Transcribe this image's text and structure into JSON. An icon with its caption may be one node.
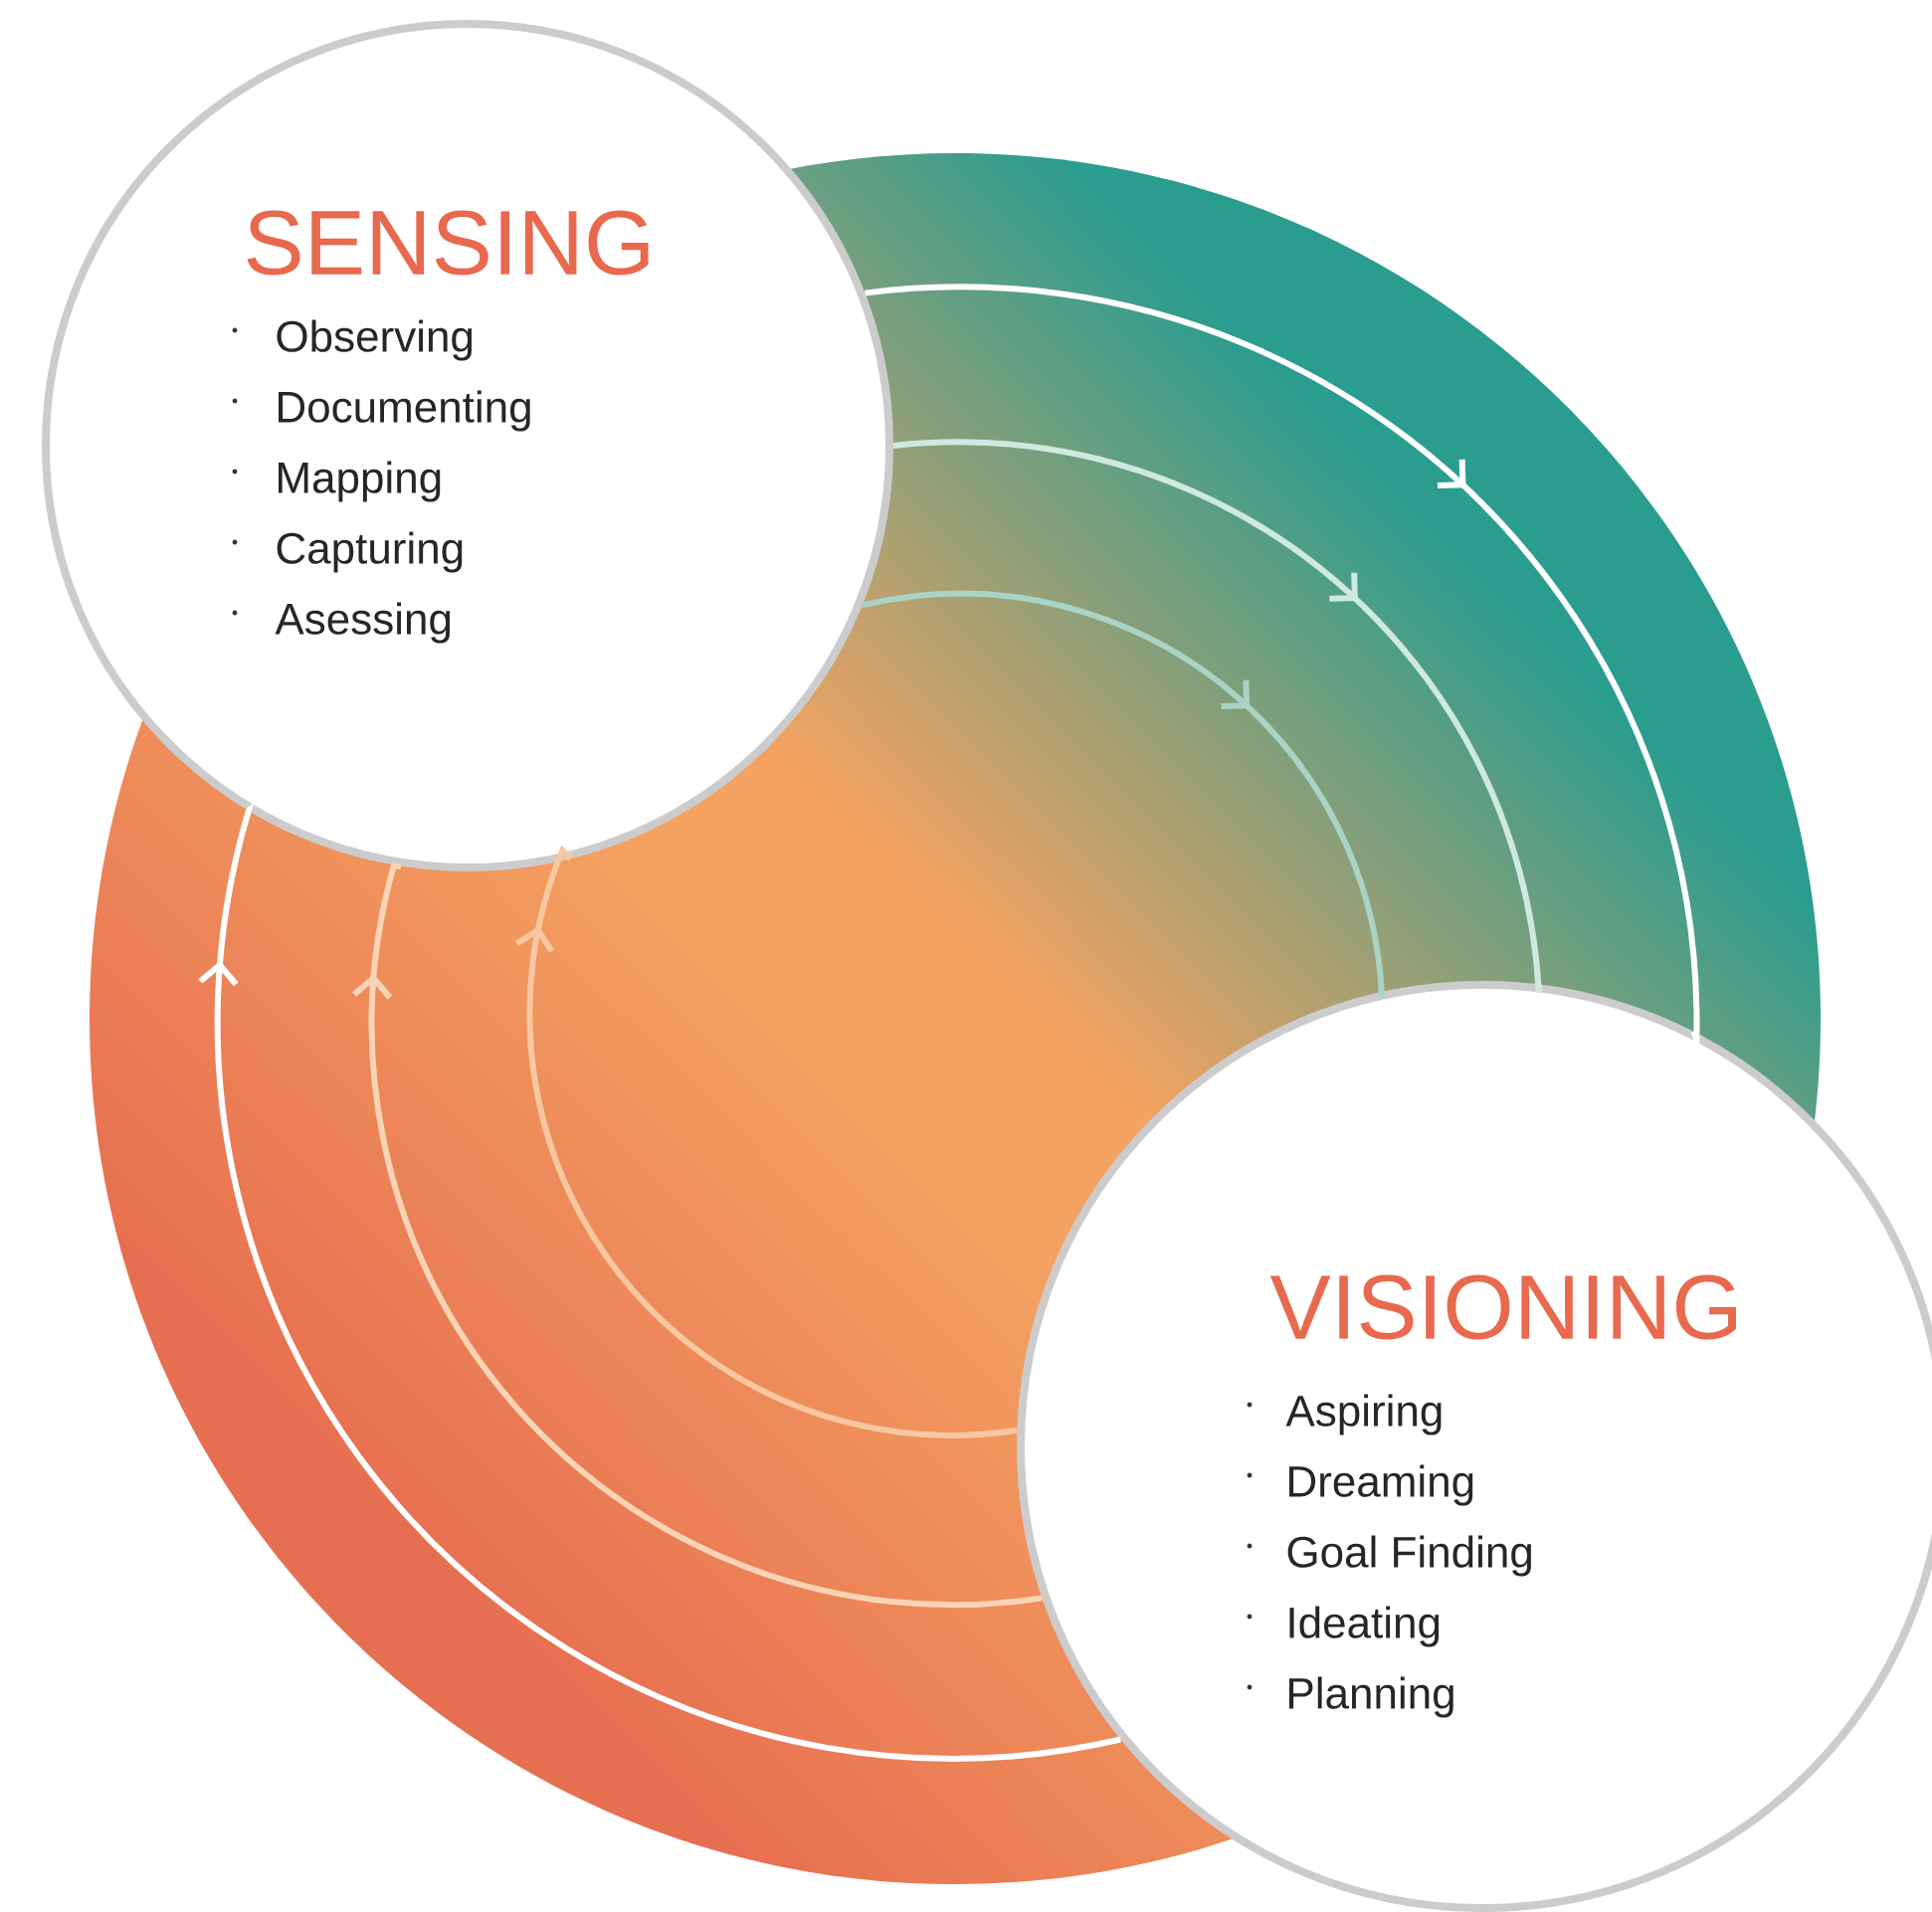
{
  "diagram": {
    "nodes": [
      {
        "text": [
          "SENSING",
          "Observing",
          "Documenting",
          "Mapping",
          "Capturing",
          "Asessing"
        ]
      },
      {
        "text": [
          "VISIONING",
          "Aspiring",
          "Dreaming",
          "Goal Finding",
          "Ideating",
          "Planning"
        ]
      }
    ],
    "edges": [
      {
        "from": 0,
        "to": 1,
        "arrow": "to"
      },
      {
        "from": 0,
        "to": 1,
        "arrow": "to",
        "color": "#cfe9e1"
      },
      {
        "from": 0,
        "to": 1,
        "arrow": "to",
        "color": "#a9d3c4"
      },
      {
        "from": 1,
        "to": 0,
        "arrow": "to"
      },
      {
        "from": 1,
        "to": 0,
        "arrow": "to",
        "color": "#f9d3b6"
      },
      {
        "from": 1,
        "to": 0,
        "arrow": "to",
        "color": "#f7c7a0"
      }
    ]
  }
}
